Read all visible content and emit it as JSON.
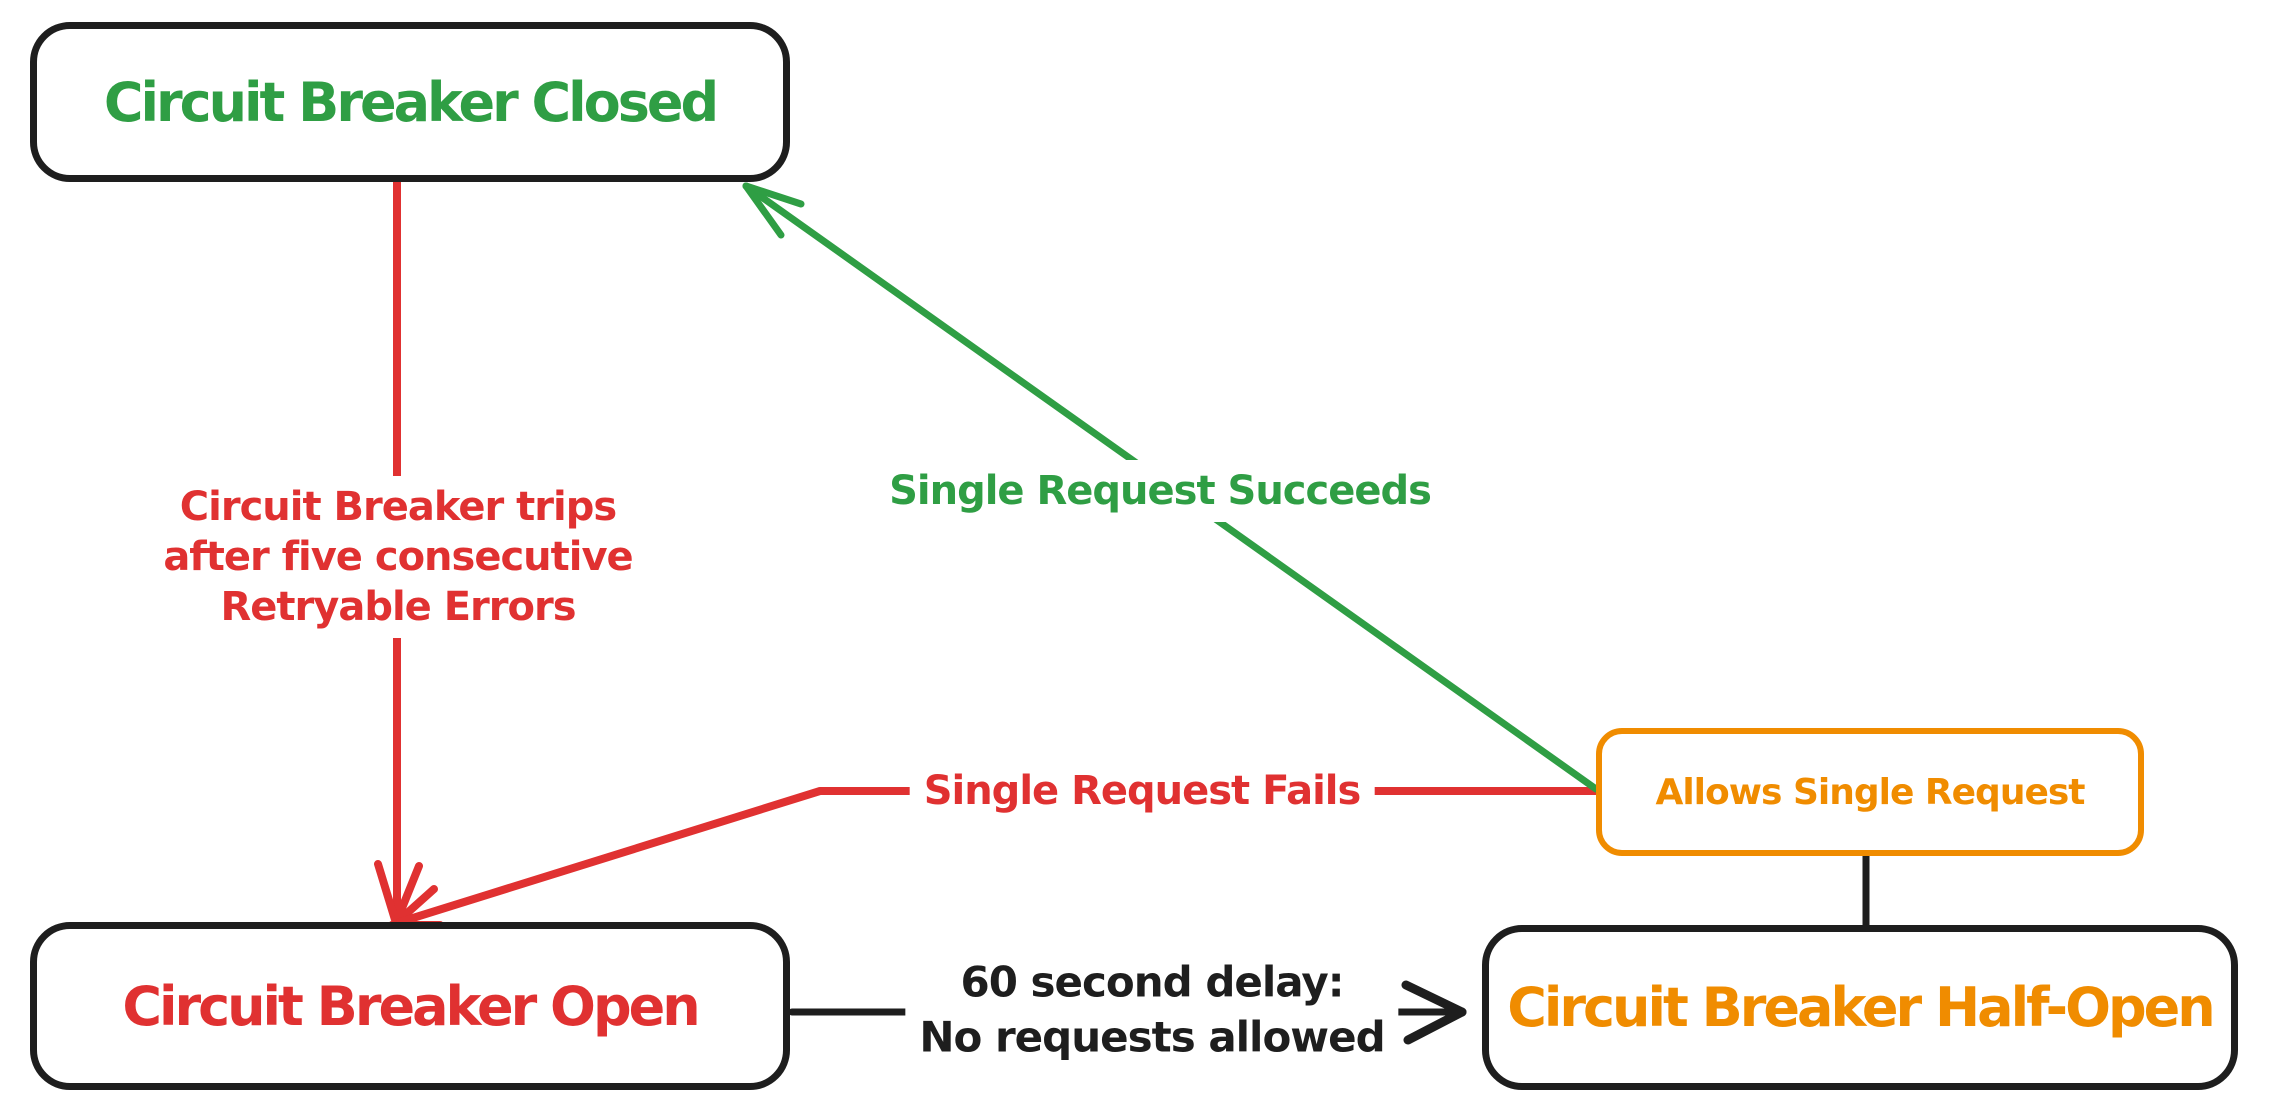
{
  "diagram": {
    "type": "state-machine",
    "background": "#ffffff",
    "colors": {
      "green": "#2f9e44",
      "red": "#e03131",
      "orange": "#f08c00",
      "black": "#1e1e1e"
    },
    "nodes": [
      {
        "id": "closed",
        "label": "Circuit Breaker Closed",
        "text_color": "#2f9e44",
        "border_color": "#1e1e1e"
      },
      {
        "id": "open",
        "label": "Circuit Breaker Open",
        "text_color": "#e03131",
        "border_color": "#1e1e1e"
      },
      {
        "id": "half_open",
        "label": "Circuit Breaker Half-Open",
        "text_color": "#f08c00",
        "border_color": "#1e1e1e"
      },
      {
        "id": "allows_single",
        "label": "Allows Single Request",
        "text_color": "#f08c00",
        "border_color": "#f08c00"
      }
    ],
    "edges": [
      {
        "id": "trips",
        "from": "closed",
        "to": "open",
        "label": "Circuit Breaker trips\nafter five consecutive\nRetryable Errors",
        "color": "#e03131",
        "arrow": true
      },
      {
        "id": "succeeds",
        "from": "allows_single",
        "to": "closed",
        "label": "Single Request Succeeds",
        "color": "#2f9e44",
        "arrow": true
      },
      {
        "id": "fails",
        "from": "allows_single",
        "to": "open",
        "label": "Single Request Fails",
        "color": "#e03131",
        "arrow": true
      },
      {
        "id": "delay",
        "from": "open",
        "to": "half_open",
        "label": "60 second delay:\nNo requests allowed",
        "color": "#1e1e1e",
        "arrow": true
      },
      {
        "id": "connector",
        "from": "allows_single",
        "to": "half_open",
        "label": "",
        "color": "#1e1e1e",
        "arrow": false
      }
    ]
  }
}
